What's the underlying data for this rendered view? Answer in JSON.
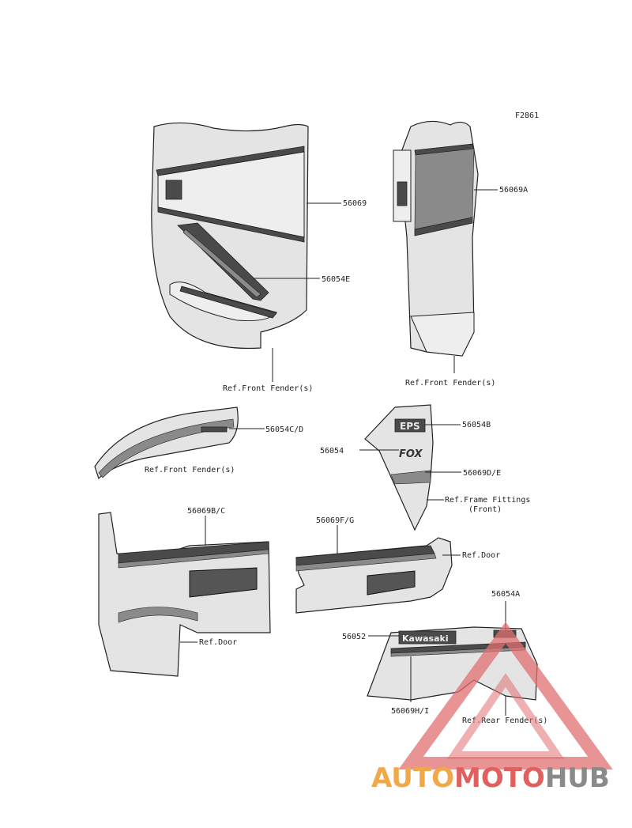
{
  "figure_code": "F2861",
  "labels": {
    "p56069": "56069",
    "p56069A": "56069A",
    "p56054E": "56054E",
    "ref_front_fender_1": "Ref.Front Fender(s)",
    "ref_front_fender_2": "Ref.Front Fender(s)",
    "p56054CD": "56054C/D",
    "ref_front_fender_3": "Ref.Front Fender(s)",
    "p56054B": "56054B",
    "p56054": "56054",
    "p56069DE": "56069D/E",
    "ref_frame_fittings": "Ref.Frame Fittings",
    "ref_frame_fittings_sub": "(Front)",
    "p56069BC": "56069B/C",
    "p56069FG": "56069F/G",
    "ref_door_1": "Ref.Door",
    "ref_door_2": "Ref.Door",
    "p56054A": "56054A",
    "p56052": "56052",
    "p56069HI": "56069H/I",
    "ref_rear_fender": "Ref.Rear Fender(s)"
  },
  "decals": {
    "kawasaki": "Kawasaki",
    "eps": "EPS",
    "fox": "FOX"
  },
  "watermark": {
    "part1": "AUTO",
    "part2": "MOTO",
    "part3": "HUB",
    "color1": "#f0a84a",
    "color2": "#e06060",
    "color3": "#8a8a8a"
  }
}
